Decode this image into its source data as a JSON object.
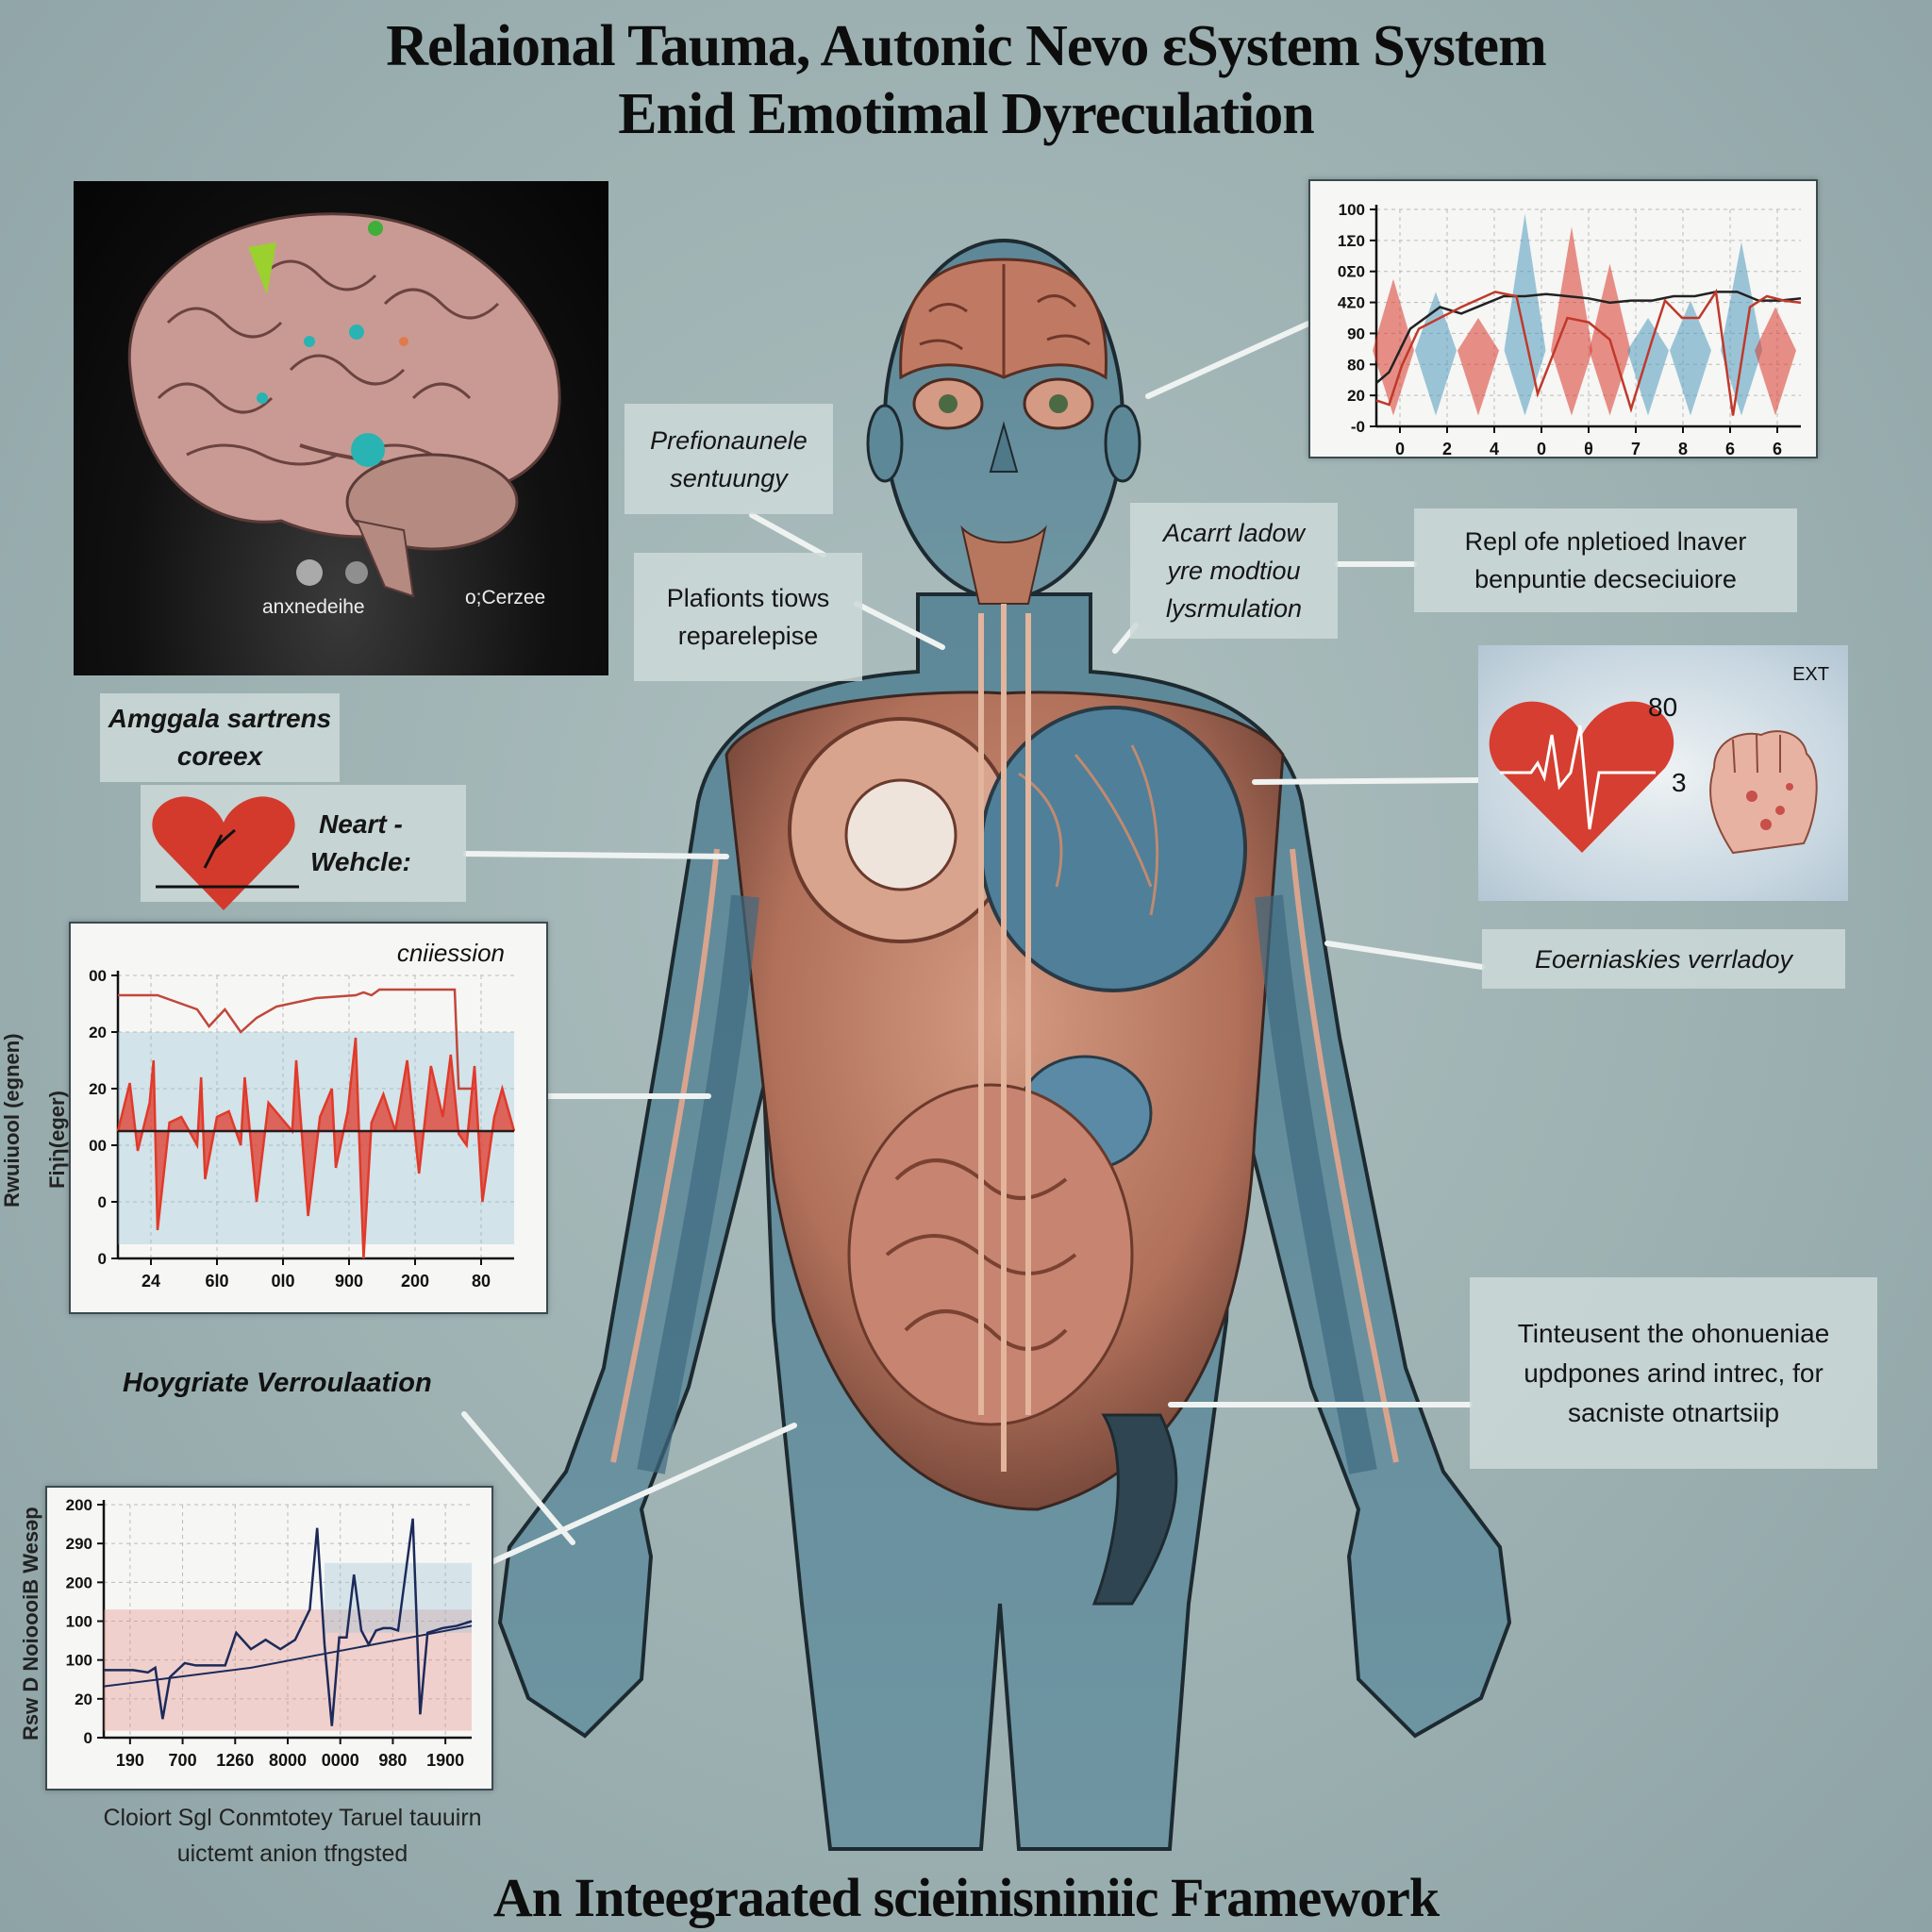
{
  "header": {
    "title_line1": "Relaional Tauma, Autonic Nevo ɛSystem System",
    "title_line2": "Enid Emotimal Dyreculation"
  },
  "footer": {
    "title": "An Inteegraated scieinisniniic Framework"
  },
  "brain_panel": {
    "label_left": "anxnedeihe",
    "label_right": "o;Cerzee"
  },
  "labels": {
    "prefrontal": [
      "Prefionaunele",
      "sentuungy"
    ],
    "plafionts": [
      "Plafionts tiows",
      "reparelepise"
    ],
    "acarrt": [
      "Acarrt ladow",
      "yre modtiou",
      "lysrmulation"
    ],
    "repl": [
      "Repl ofe npletioed lnaver",
      "benpuntie decseciuiore"
    ],
    "amggala": [
      "Amggala sartrens",
      "coreex"
    ],
    "neart": [
      "Neart -",
      "Wehcle:"
    ],
    "eoerniaskies": "Eoerniaskies verrladoy",
    "hoygriate": "Hoygriate Verroulaation",
    "tinteusent": [
      "Tinteusent the ohonueniae",
      "updpones arind intrec, for",
      "sacniste otnartsiip"
    ]
  },
  "heart_panel": {
    "corner_text": "EXT",
    "value_top": "80",
    "value_side": "3"
  },
  "colors": {
    "background": "#9db1b2",
    "body_blue": "#5f8796",
    "tissue": "#c98a72",
    "red": "#d9392b",
    "blue": "#4f9bbd",
    "navy": "#1c2a5a"
  },
  "chart_data": [
    {
      "id": "top-right",
      "type": "line",
      "title": "",
      "xlabel": "",
      "ylabel": "",
      "y_ticks": [
        "100",
        "1Σ0",
        "0Σ0",
        "4Σ0",
        "90",
        "80",
        "20",
        "-0"
      ],
      "x_ticks": [
        "0",
        "2",
        "4",
        "0",
        "θ",
        "7",
        "8",
        "6",
        "6"
      ],
      "ylim": [
        0,
        100
      ],
      "grid": true,
      "series": [
        {
          "name": "black",
          "color": "#222222",
          "x": [
            0,
            3,
            8,
            15,
            20,
            25,
            30,
            35,
            40,
            45,
            50,
            55,
            60,
            65,
            70,
            75,
            80,
            85,
            90,
            95,
            100
          ],
          "y": [
            20,
            25,
            45,
            55,
            52,
            56,
            60,
            60,
            61,
            60,
            59,
            57,
            58,
            58,
            60,
            60,
            62,
            62,
            58,
            58,
            59
          ]
        },
        {
          "name": "red",
          "color": "#c0392b",
          "x": [
            0,
            3,
            6,
            10,
            20,
            28,
            33,
            38,
            45,
            50,
            55,
            60,
            65,
            68,
            72,
            76,
            80,
            84,
            88,
            92,
            96,
            100
          ],
          "y": [
            12,
            10,
            28,
            45,
            55,
            62,
            60,
            15,
            50,
            48,
            40,
            8,
            40,
            58,
            50,
            50,
            62,
            5,
            55,
            60,
            58,
            57
          ]
        }
      ],
      "bands": [
        {
          "color": "#d9392b",
          "x": 4,
          "peak": 68
        },
        {
          "color": "#4f9bbd",
          "x": 14,
          "peak": 62
        },
        {
          "color": "#d9392b",
          "x": 24,
          "peak": 50
        },
        {
          "color": "#4f9bbd",
          "x": 35,
          "peak": 98
        },
        {
          "color": "#d9392b",
          "x": 46,
          "peak": 92
        },
        {
          "color": "#d9392b",
          "x": 55,
          "peak": 75
        },
        {
          "color": "#4f9bbd",
          "x": 64,
          "peak": 50
        },
        {
          "color": "#4f9bbd",
          "x": 74,
          "peak": 58
        },
        {
          "color": "#4f9bbd",
          "x": 86,
          "peak": 85
        },
        {
          "color": "#d9392b",
          "x": 94,
          "peak": 55
        }
      ]
    },
    {
      "id": "left-middle",
      "type": "line",
      "title": "cniiession",
      "xlabel": "",
      "ylabel": "Fiɿiɿ(eger)",
      "ylabel_outer": "Rwuiuool (egnen)",
      "y_ticks": [
        "00",
        "20",
        "20",
        "00",
        "0",
        "0"
      ],
      "x_ticks": [
        "24",
        "6l0",
        "0l0",
        "900",
        "200",
        "80"
      ],
      "ylim": [
        0,
        100
      ],
      "grid": true,
      "series": [
        {
          "name": "top-red",
          "color": "#c0473b",
          "x": [
            0,
            10,
            20,
            23,
            27,
            31,
            35,
            40,
            50,
            60,
            62,
            64,
            66,
            70,
            78,
            85,
            86,
            90
          ],
          "y": [
            93,
            93,
            88,
            82,
            88,
            80,
            85,
            89,
            92,
            93,
            94,
            93,
            95,
            95,
            95,
            95,
            60,
            60
          ]
        },
        {
          "name": "signal",
          "color": "#e03a2a",
          "x": [
            0,
            3,
            5,
            8,
            9,
            10,
            13,
            16,
            20,
            21,
            22,
            25,
            28,
            31,
            32,
            35,
            38,
            41,
            44,
            45,
            48,
            51,
            54,
            55,
            58,
            60,
            62,
            64,
            67,
            70,
            73,
            76,
            79,
            82,
            84,
            86,
            88,
            90,
            92,
            95,
            97,
            100
          ],
          "y": [
            45,
            62,
            38,
            55,
            70,
            10,
            48,
            50,
            40,
            64,
            28,
            50,
            52,
            40,
            64,
            20,
            55,
            50,
            45,
            70,
            15,
            50,
            60,
            32,
            52,
            78,
            0,
            48,
            58,
            45,
            70,
            30,
            68,
            50,
            72,
            44,
            40,
            68,
            20,
            50,
            60,
            45
          ]
        }
      ],
      "baseline": 45
    },
    {
      "id": "bottom-left",
      "type": "line",
      "title": "",
      "xlabel": "",
      "ylabel": "Rsw D NoioooiB Wesəp",
      "caption": [
        "Cloiort Sgl Conmtotey Taruel tauuirn",
        "uictemt anion tfngsted"
      ],
      "y_ticks": [
        "200",
        "290",
        "200",
        "100",
        "100",
        "20",
        "0"
      ],
      "x_ticks": [
        "190",
        "700",
        "1260",
        "8000",
        "0000",
        "980",
        "1900"
      ],
      "ylim": [
        0,
        100
      ],
      "grid": true,
      "series": [
        {
          "name": "navy",
          "color": "#1c2a5a",
          "x": [
            0,
            8,
            12,
            14,
            16,
            18,
            22,
            25,
            30,
            33,
            36,
            40,
            44,
            48,
            52,
            56,
            58,
            60,
            62,
            64,
            66,
            68,
            70,
            72,
            74,
            76,
            78,
            80,
            84,
            86,
            88,
            90,
            92,
            96,
            100
          ],
          "y": [
            29,
            29,
            28,
            30,
            8,
            26,
            32,
            31,
            31,
            31,
            45,
            38,
            42,
            38,
            42,
            55,
            90,
            40,
            5,
            43,
            43,
            70,
            46,
            40,
            46,
            47,
            47,
            46,
            94,
            10,
            45,
            46,
            47,
            48,
            50
          ]
        },
        {
          "name": "trend",
          "color": "#1c2a5a",
          "x": [
            0,
            20,
            40,
            60,
            80,
            100
          ],
          "y": [
            22,
            26,
            30,
            36,
            42,
            48
          ]
        }
      ]
    }
  ]
}
